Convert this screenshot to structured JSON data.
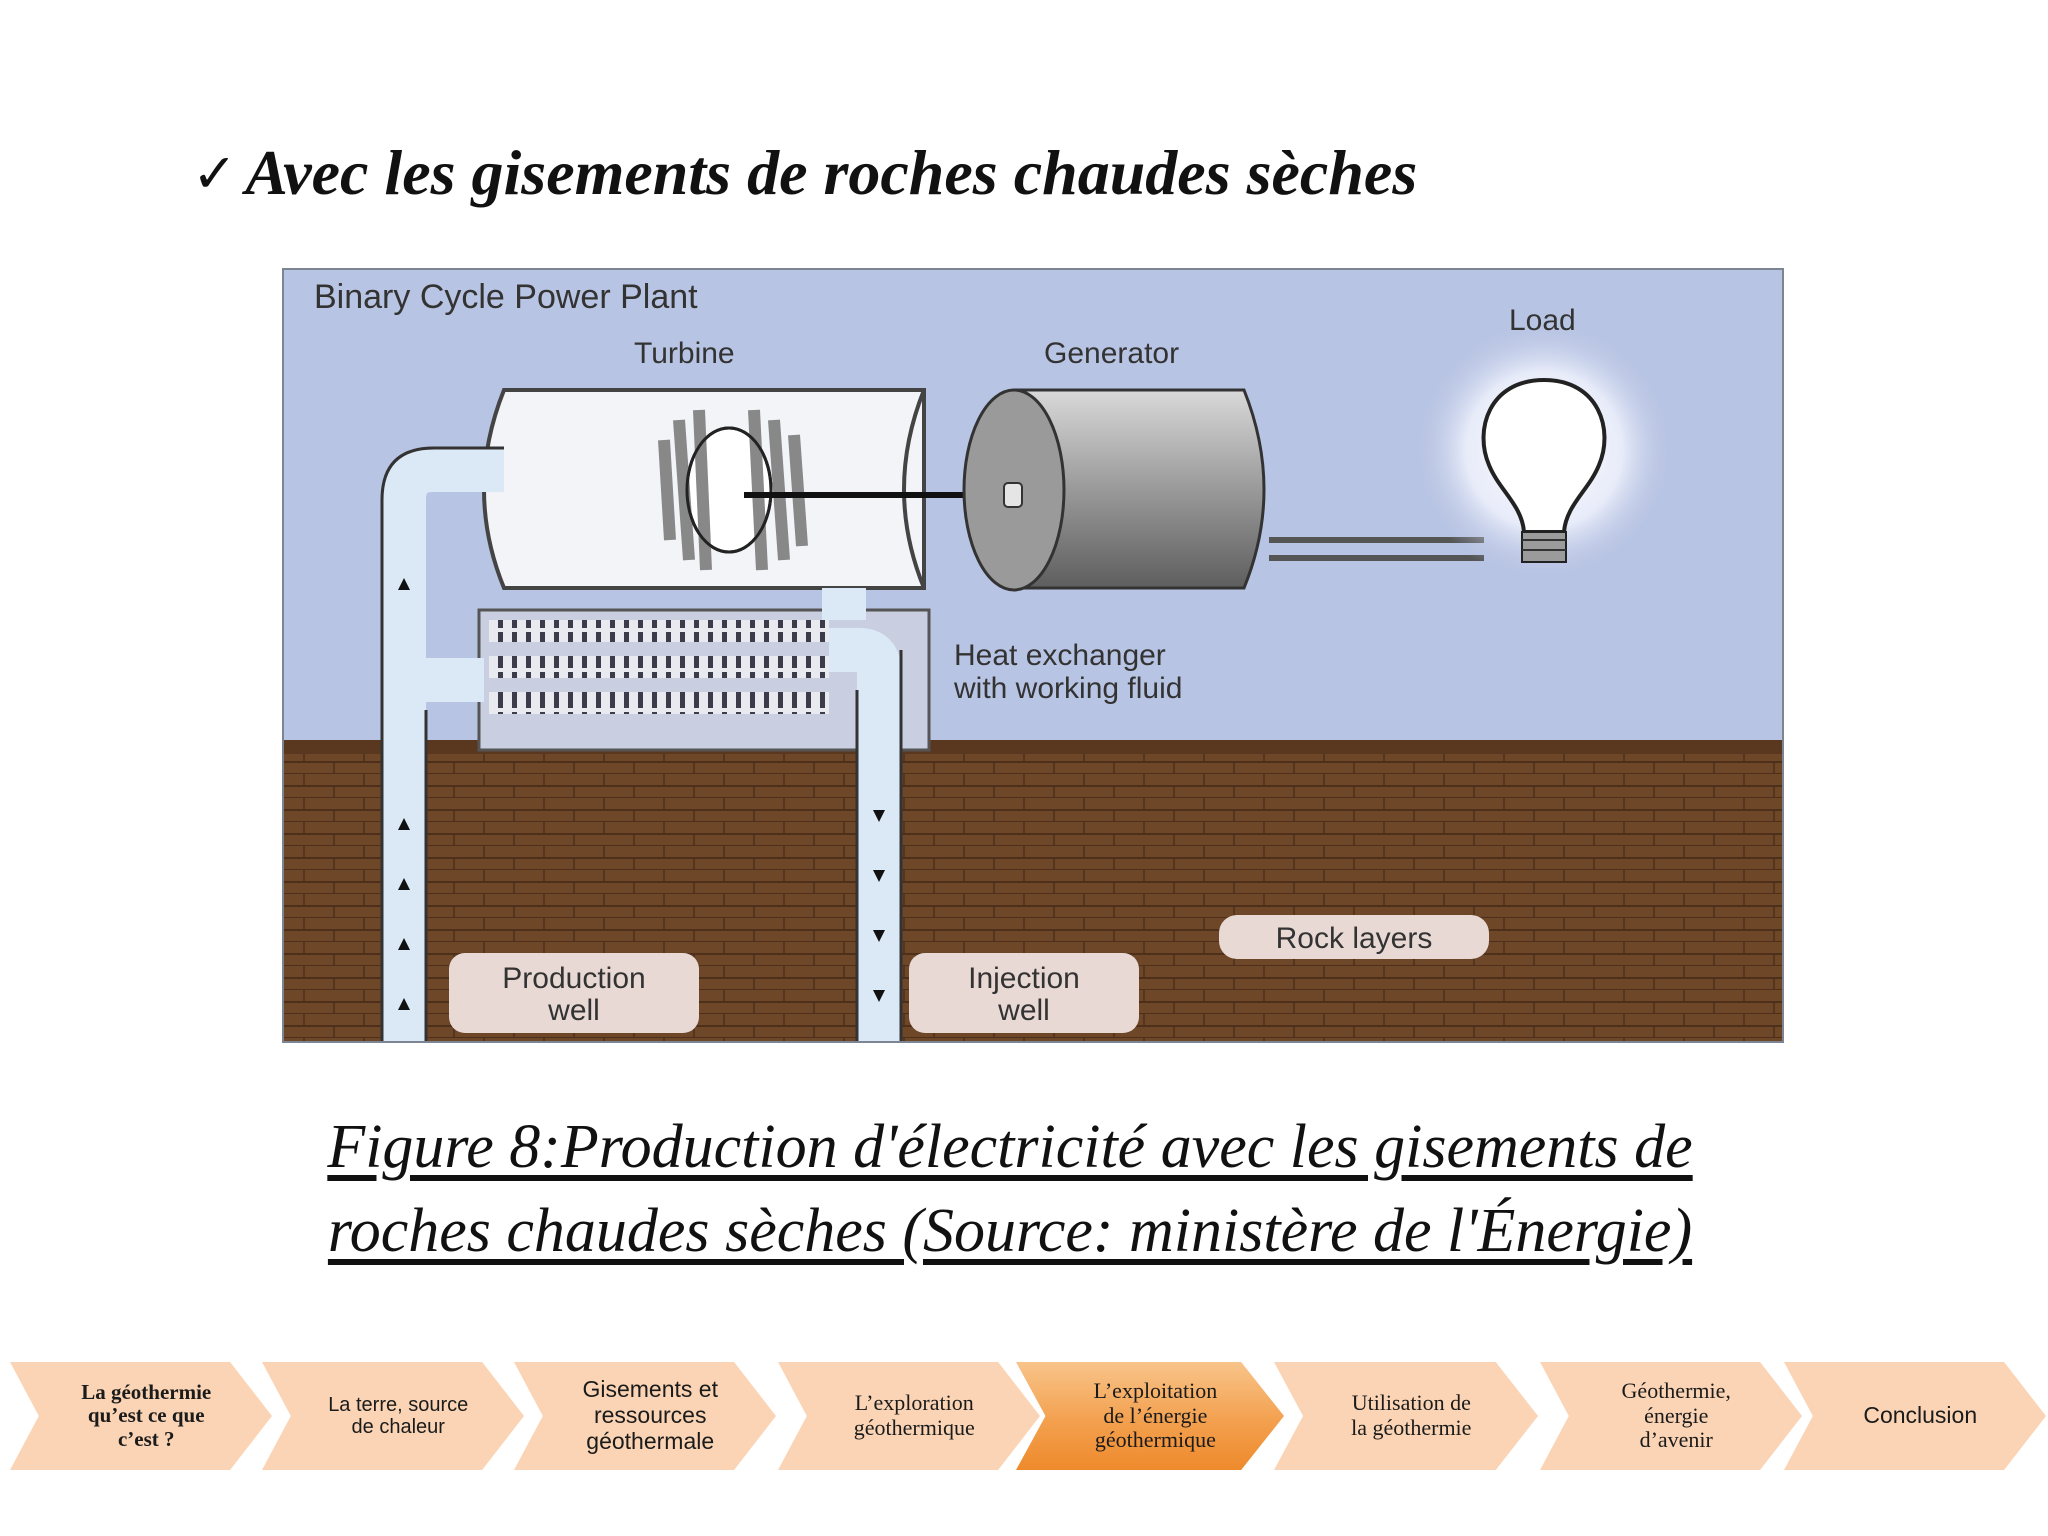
{
  "slide": {
    "check_mark": "✓",
    "heading": "Avec les gisements de roches chaudes sèches",
    "caption_line1": "Figure 8:Production d'électricité avec les gisements de",
    "caption_line2": "roches chaudes sèches (Source: ministère de l'Énergie)"
  },
  "diagram": {
    "title": "Binary Cycle Power Plant",
    "turbine_label": "Turbine",
    "generator_label": "Generator",
    "load_label": "Load",
    "heat_exchanger_line1": "Heat exchanger",
    "heat_exchanger_line2": "with working fluid",
    "rock_label": "Rock layers",
    "production_well_line1": "Production",
    "production_well_line2": "well",
    "injection_well_line1": "Injection",
    "injection_well_line2": "well",
    "colors": {
      "sky": "#b8c4e3",
      "ground": "#6e4628",
      "ground_dark": "#4d2f1a",
      "pipe": "#dbe8f6"
    }
  },
  "nav": {
    "active_index": 4,
    "colors": {
      "step": "#fad4b4",
      "active": "#f3a04e"
    },
    "steps": [
      {
        "lines": [
          "La géothermie",
          "qu’est ce que",
          "c’est ?"
        ]
      },
      {
        "lines": [
          "La terre, source",
          "de chaleur"
        ]
      },
      {
        "lines": [
          "Gisements et",
          "ressources",
          "géothermale"
        ]
      },
      {
        "lines": [
          "L’exploration",
          "géothermique"
        ]
      },
      {
        "lines": [
          "L’exploitation",
          "de l’énergie",
          "géothermique"
        ]
      },
      {
        "lines": [
          "Utilisation de",
          "la géothermie"
        ]
      },
      {
        "lines": [
          "Géothermie,",
          "énergie",
          "d’avenir"
        ]
      },
      {
        "lines": [
          "Conclusion"
        ]
      }
    ]
  }
}
